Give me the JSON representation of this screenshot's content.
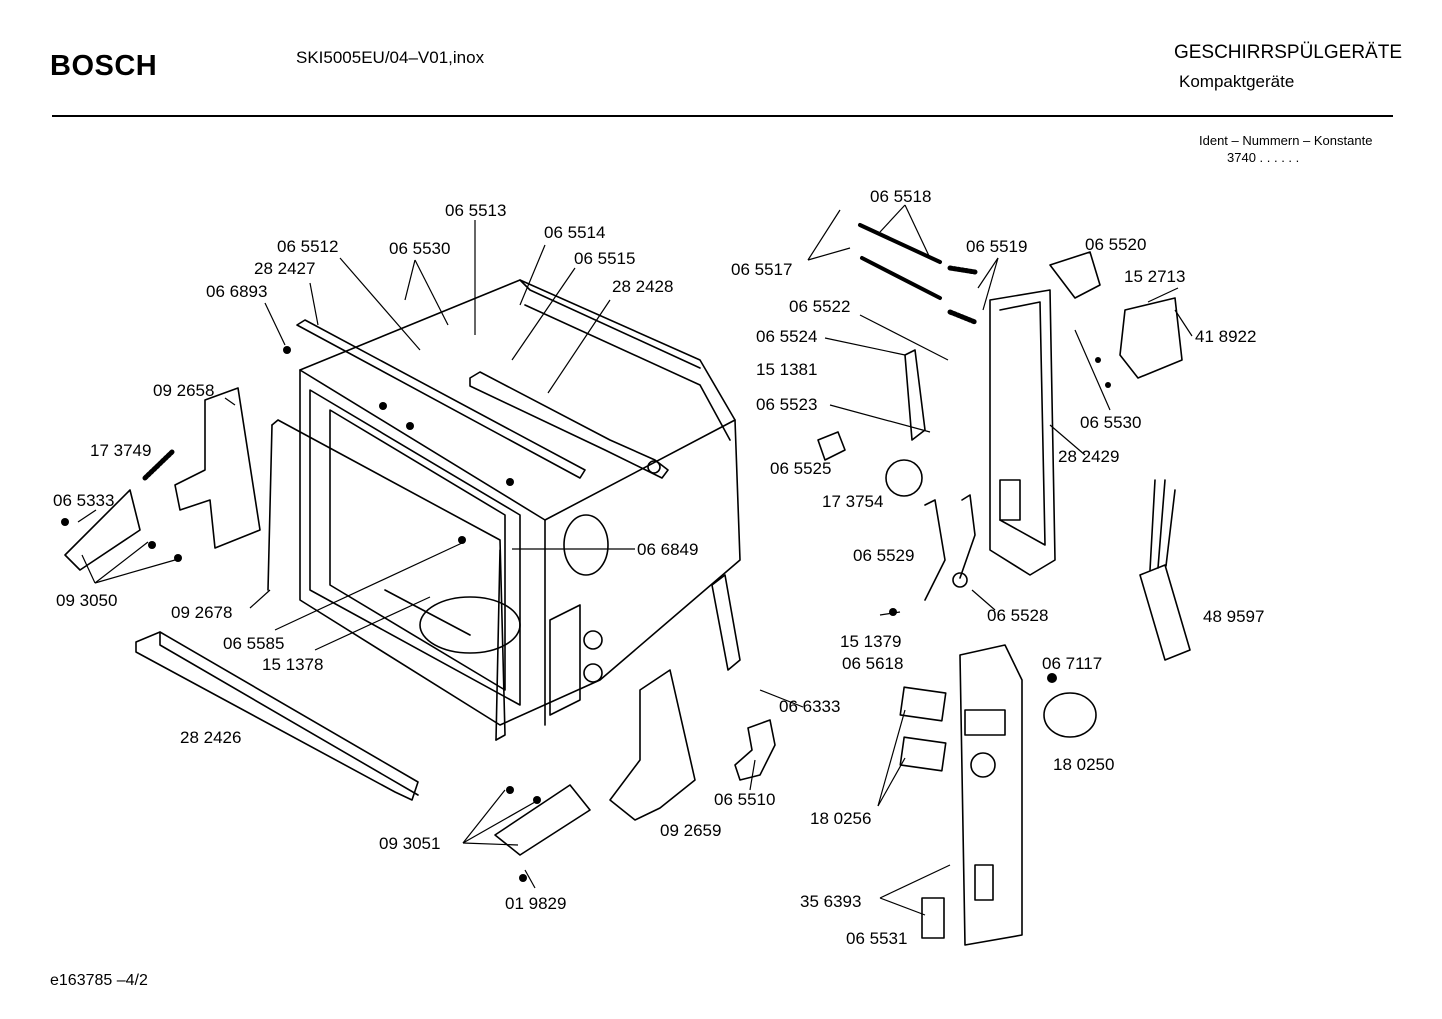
{
  "header": {
    "brand": "BOSCH",
    "model": "SKI5005EU/04–V01,inox",
    "category": "GESCHIRRSPÜLGERÄTE",
    "subcategory": "Kompaktgeräte",
    "ident_label": "Ident – Nummern – Konstante",
    "ident_value": "3740  .  .    .  .  .  ."
  },
  "footer": {
    "code": "e163785   –4/2"
  },
  "parts": [
    "06 5513",
    "06 5514",
    "06 5515",
    "28 2428",
    "06 5512",
    "28 2427",
    "06 5530",
    "06 6893",
    "09 2658",
    "17 3749",
    "06 5333",
    "09 3050",
    "09 2678",
    "06 5585",
    "15 1378",
    "06 6849",
    "28 2426",
    "09 3051",
    "01 9829",
    "09 2659",
    "06 5510",
    "06 6333",
    "06 5518",
    "06 5517",
    "06 5519",
    "06 5520",
    "15 2713",
    "41 8922",
    "06 5522",
    "06 5524",
    "15 1381",
    "06 5523",
    "06 5525",
    "17 3754",
    "06 5530",
    "28 2429",
    "06 5529",
    "06 5528",
    "15 1379",
    "06 5618",
    "06 7117",
    "18 0250",
    "18 0256",
    "35 6393",
    "06 5531",
    "48 9597"
  ]
}
